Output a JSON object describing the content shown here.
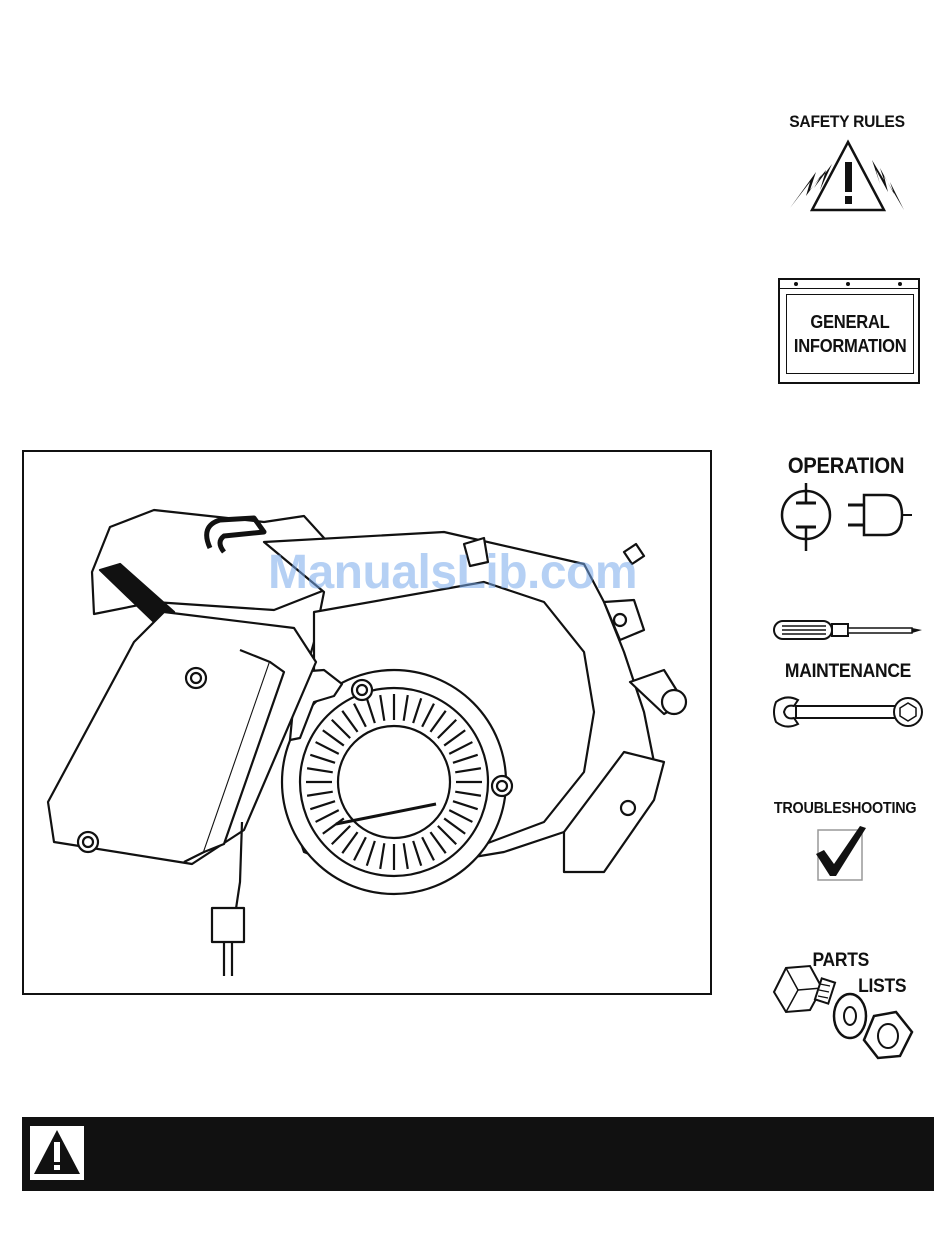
{
  "side_icons": {
    "safety": {
      "label": "SAFETY RULES",
      "icon": "warning-lightning-icon"
    },
    "general": {
      "line1": "GENERAL",
      "line2": "INFORMATION",
      "icon": "info-board-icon"
    },
    "operation": {
      "label": "OPERATION",
      "icon": "outlet-plug-icon"
    },
    "maintenance": {
      "label": "MAINTENANCE",
      "icon": "screwdriver-wrench-icon"
    },
    "troubleshooting": {
      "label": "TROUBLESHOOTING",
      "icon": "checkmark-icon"
    },
    "parts": {
      "line1": "PARTS",
      "line2": "LISTS",
      "icon": "bolt-washer-nut-icon"
    }
  },
  "illustration": {
    "subject": "engine-illustration"
  },
  "watermark": "ManualsLib.com",
  "warning_bar": {
    "icon": "warning-triangle-icon"
  }
}
